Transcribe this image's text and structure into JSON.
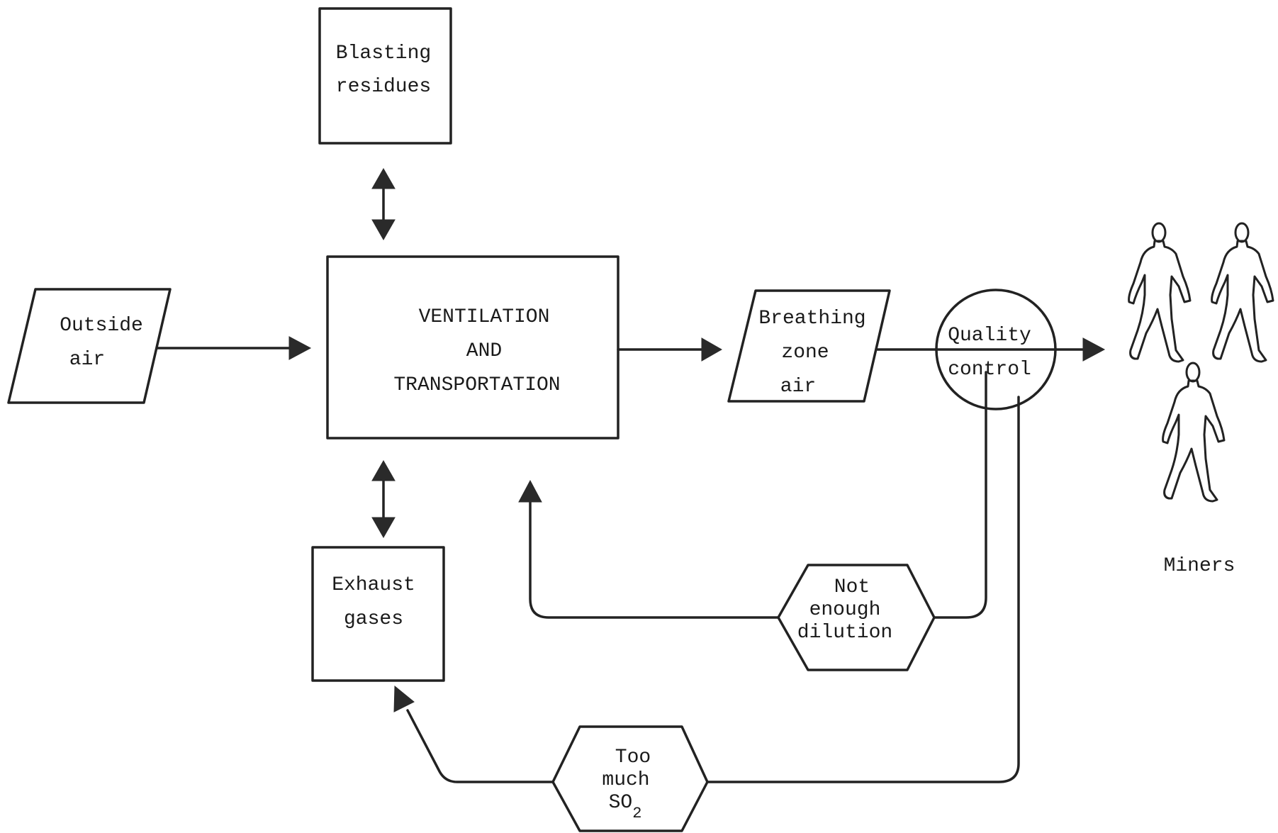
{
  "nodes": {
    "blasting_residues": {
      "line1": "Blasting",
      "line2": "residues"
    },
    "outside_air": {
      "line1": "Outside",
      "line2": "air"
    },
    "ventilation": {
      "line1": "VENTILATION",
      "line2": "AND",
      "line3": "TRANSPORTATION"
    },
    "breathing_zone": {
      "line1": "Breathing",
      "line2": "zone",
      "line3": "air"
    },
    "quality_control": {
      "line1": "Quality",
      "line2": "control"
    },
    "exhaust_gases": {
      "line1": "Exhaust",
      "line2": "gases"
    },
    "not_enough_dilution": {
      "line1": "Not",
      "line2": "enough",
      "line3": "dilution"
    },
    "too_much_so2": {
      "line1": "Too",
      "line2": "much",
      "line3": "SO",
      "subscript": "2"
    },
    "miners": {
      "label": "Miners"
    }
  },
  "colors": {
    "ink": "#222222",
    "paper": "#ffffff"
  }
}
